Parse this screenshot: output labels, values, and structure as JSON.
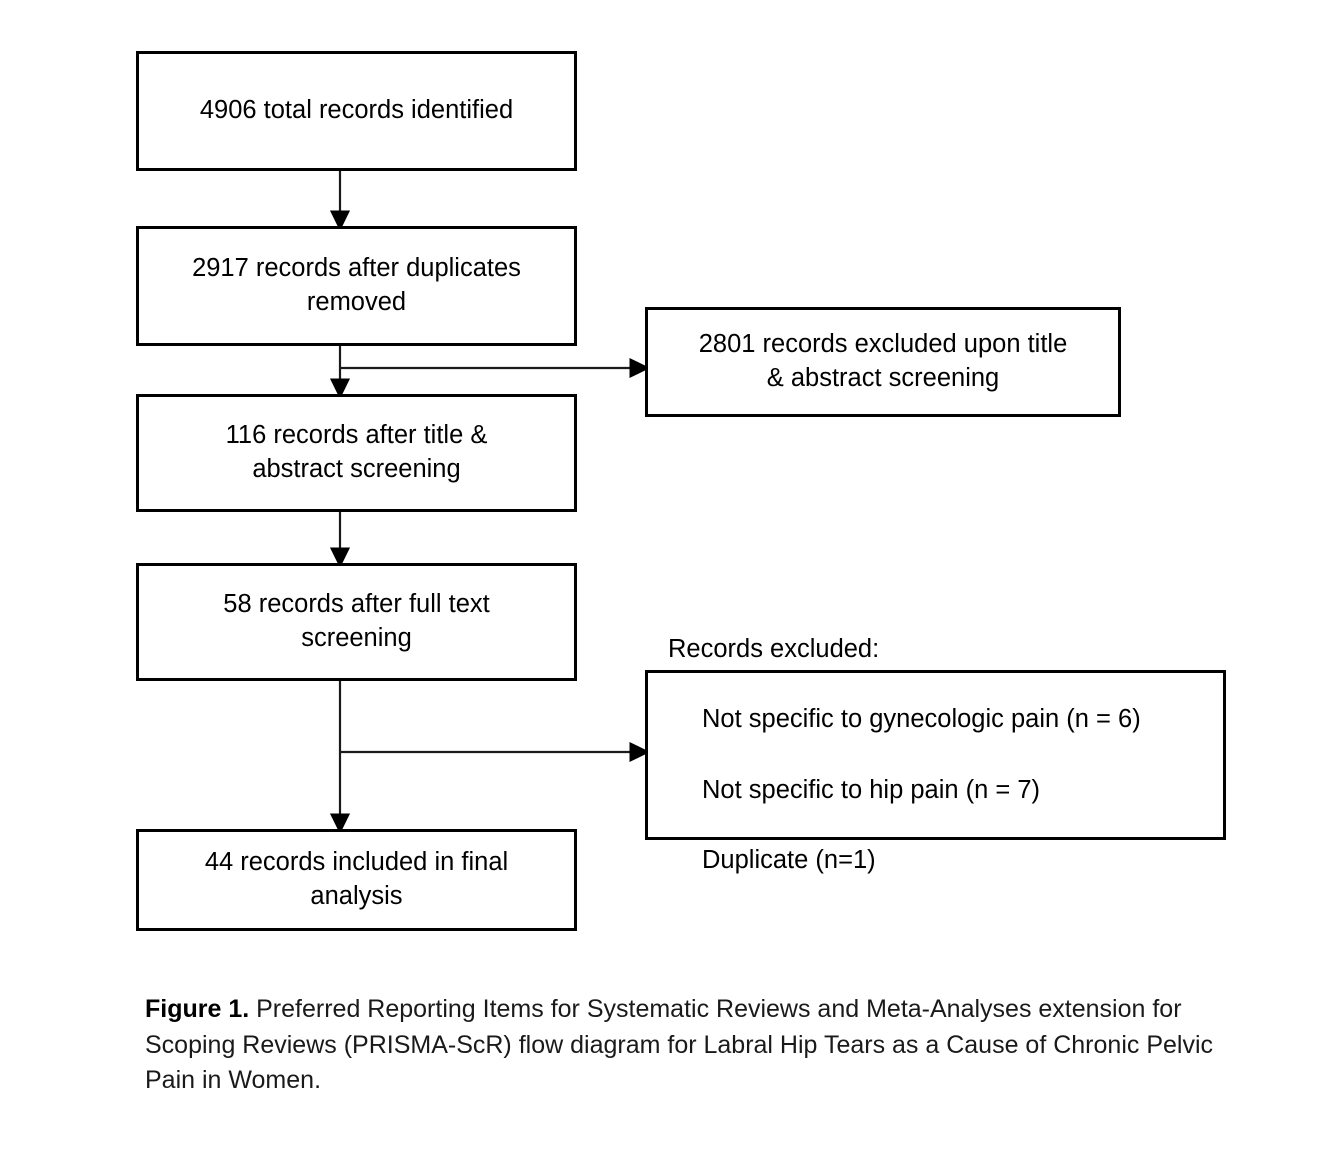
{
  "figure": {
    "caption_label": "Figure 1.",
    "caption_text": " Preferred Reporting Items for Systematic Reviews and Meta-Analyses extension for Scoping Reviews (PRISMA-ScR) flow diagram for Labral Hip Tears as a Cause of Chronic Pelvic Pain in Women."
  },
  "colors": {
    "box_border": "#000000",
    "box_fill": "#ffffff",
    "connector": "#1a1a1a",
    "text": "#000000",
    "page_background": "#ffffff"
  },
  "flow": {
    "boxes": {
      "identified": {
        "label": "4906 total records identified",
        "count": 4906
      },
      "duplicates_removed": {
        "label": "2917 records after duplicates\nremoved",
        "count": 2917
      },
      "excluded_title_abstract": {
        "label": "2801 records excluded upon title\n& abstract screening",
        "count": 2801
      },
      "after_title_abstract": {
        "label": "116 records after title &\nabstract screening",
        "count": 116
      },
      "after_fulltext": {
        "label": "58 records after full text\nscreening",
        "count": 58
      },
      "excluded_fulltext": {
        "heading": "Records excluded:",
        "items": [
          "Not specific to gynecologic pain (n = 6)",
          "Not specific to hip pain (n = 7)",
          "Duplicate (n=1)"
        ]
      },
      "included_final": {
        "label": "44 records included in final\nanalysis",
        "count": 44
      }
    },
    "connectors": [
      {
        "name": "identified-to-duplicates",
        "type": "vertical-arrow"
      },
      {
        "name": "duplicates-to-title-abstract",
        "type": "vertical-arrow"
      },
      {
        "name": "duplicates-to-excluded-title",
        "type": "horizontal-branch-arrow"
      },
      {
        "name": "title-abstract-to-fulltext",
        "type": "vertical-arrow"
      },
      {
        "name": "fulltext-to-included",
        "type": "vertical-arrow"
      },
      {
        "name": "fulltext-to-excluded-fulltext",
        "type": "horizontal-branch-arrow"
      }
    ]
  },
  "chart_data": {
    "type": "diagram",
    "title": "PRISMA-ScR flow diagram",
    "stages": [
      {
        "stage": "Records identified",
        "n": 4906
      },
      {
        "stage": "Records after duplicates removed",
        "n": 2917
      },
      {
        "stage": "Records excluded upon title & abstract screening",
        "n": 2801
      },
      {
        "stage": "Records after title & abstract screening",
        "n": 116
      },
      {
        "stage": "Records after full text screening",
        "n": 58
      },
      {
        "stage": "Records excluded: Not specific to gynecologic pain",
        "n": 6
      },
      {
        "stage": "Records excluded: Not specific to hip pain",
        "n": 7
      },
      {
        "stage": "Records excluded: Duplicate",
        "n": 1
      },
      {
        "stage": "Records included in final analysis",
        "n": 44
      }
    ]
  }
}
